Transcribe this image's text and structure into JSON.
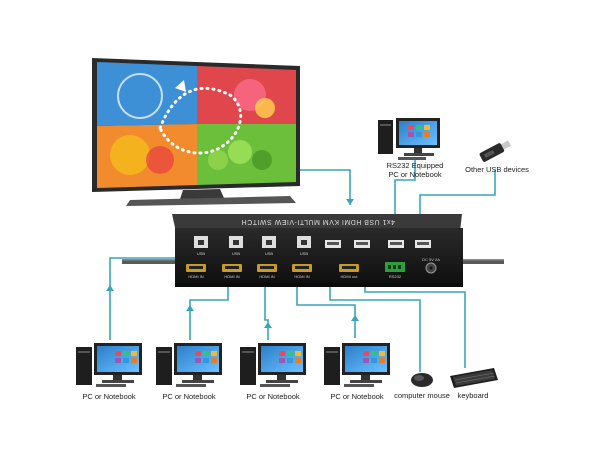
{
  "switch": {
    "title": "4x1 USB HDMI KVM MULTI-VIEW SWITCH",
    "usb_port_label": "USB",
    "hdmi_in_label": "HDMI IN",
    "hdmi_out_label": "HDMI out",
    "rs232_label": "RS232",
    "dc_label": "DC 5V 2A"
  },
  "labels": {
    "rs232_pc_line1": "RS232 Equipped",
    "rs232_pc_line2": "PC or Notebook",
    "other_usb": "Other USB devices",
    "pc1": "PC or Notebook",
    "pc2": "PC or Notebook",
    "pc3": "PC or Notebook",
    "pc4": "PC or Notebook",
    "mouse": "computer mouse",
    "keyboard": "keyboard"
  },
  "colors": {
    "cable": "#3aa6b9",
    "device_body": "#1a1a1a",
    "rail": "#555555"
  }
}
